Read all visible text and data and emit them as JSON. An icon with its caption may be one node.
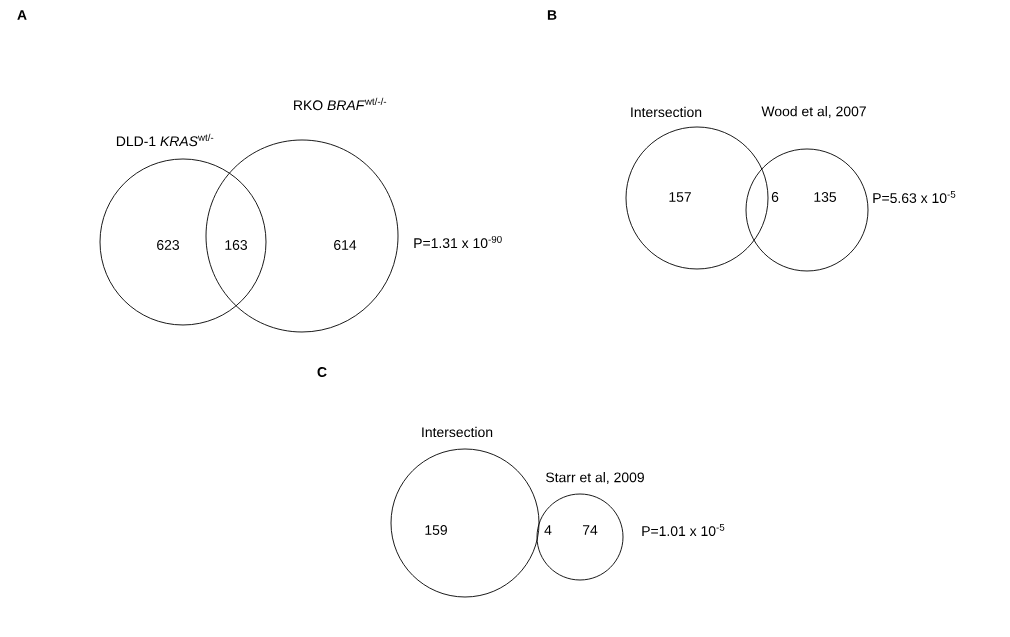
{
  "diagram": {
    "nodes": [
      {
        "text": [
          "DLD-1 *KRAS*$^{wt/-}$",
          "623"
        ]
      },
      {
        "text": [
          "RKO *BRAF*$^{wt/-/-}$",
          "614"
        ],
        "beside": [
          "P=1.31 x 10$^{-90}$"
        ]
      },
      {
        "text": [
          "Intersection",
          "157"
        ]
      },
      {
        "text": [
          "Wood et al, 2007",
          "135"
        ],
        "beside": [
          "P=5.63 x 10$^{-5}$"
        ]
      },
      {
        "text": [
          "Intersection",
          "159"
        ]
      },
      {
        "text": [
          "Starr et al, 2009",
          "74"
        ],
        "beside": [
          "P=1.01 x 10$^{-5}$"
        ]
      }
    ],
    "labels": [
      "A",
      "B",
      "163",
      "6",
      "C",
      "4"
    ]
  }
}
